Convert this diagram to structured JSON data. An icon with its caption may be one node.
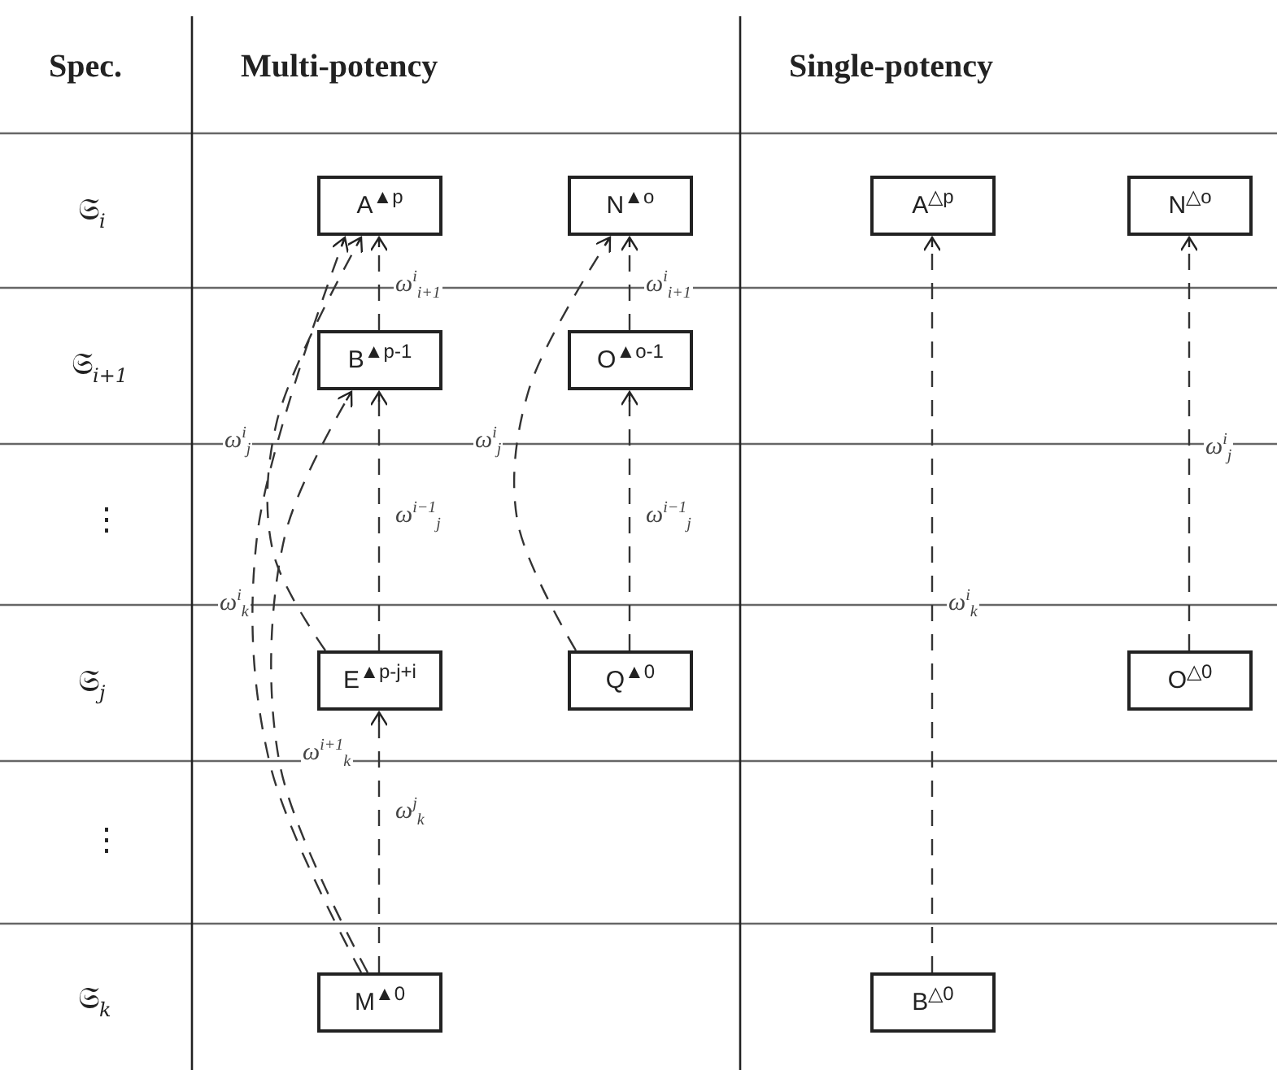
{
  "diagram": {
    "nodes": [
      {
        "text": [
          "A$^{▲p}$"
        ]
      },
      {
        "text": [
          "N$^{▲o}$"
        ]
      },
      {
        "text": [
          "A$^{△p}$"
        ]
      },
      {
        "text": [
          "N$^{△o}$"
        ]
      },
      {
        "text": [
          "B$^{▲p-1}$"
        ]
      },
      {
        "text": [
          "O$^{▲o-1}$"
        ]
      },
      {
        "text": [
          "E$^{▲p-j+i}$"
        ]
      },
      {
        "text": [
          "Q$^{▲0}$"
        ]
      },
      {
        "text": [
          "O$^{△0}$"
        ]
      },
      {
        "text": [
          "M$^{▲0}$"
        ]
      },
      {
        "text": [
          "B$^{△0}$"
        ]
      }
    ],
    "edges": [
      {
        "from": 4,
        "to": 0,
        "arrow": "to",
        "style": "dashed",
        "label": "ω$^{i}$$_{i+1}$"
      },
      {
        "from": 5,
        "to": 1,
        "arrow": "to",
        "style": "dashed",
        "label": "ω$^{i}$$_{i+1}$"
      },
      {
        "from": 6,
        "to": 4,
        "arrow": "to",
        "style": "dashed",
        "label": "ω$^{i−1}$$_{j}$"
      },
      {
        "from": 7,
        "to": 5,
        "arrow": "to",
        "style": "dashed",
        "label": "ω$^{i−1}$$_{j}$"
      },
      {
        "from": 6,
        "to": 0,
        "arrow": "to",
        "style": "dashed",
        "label": "ω$^{i}$$_{j}$"
      },
      {
        "from": 7,
        "to": 1,
        "arrow": "to",
        "style": "dashed",
        "label": "ω$^{i}$$_{j}$"
      },
      {
        "from": 9,
        "to": 6,
        "arrow": "to",
        "style": "dashed",
        "label": "ω$^{j}$$_{k}$"
      },
      {
        "from": 9,
        "to": 0,
        "arrow": "to",
        "style": "dashed",
        "label": "ω$^{i}$$_{k}$"
      },
      {
        "from": 9,
        "to": 4,
        "arrow": "to",
        "style": "dashed",
        "label": "ω$^{i+1}$$_{k}$"
      },
      {
        "from": 10,
        "to": 2,
        "arrow": "to",
        "style": "dashed",
        "label": "ω$^{i}$$_{k}$"
      },
      {
        "from": 8,
        "to": 3,
        "arrow": "to",
        "style": "dashed",
        "label": "ω$^{i}$$_{j}$"
      }
    ],
    "labels": [
      "Spec.",
      "Multi-potency",
      "Single-potency",
      "𝔖$_{i}$",
      "𝔖$_{i+1}$",
      "⋮",
      "𝔖$_{j}$",
      "⋮",
      "𝔖$_{k}$"
    ]
  }
}
